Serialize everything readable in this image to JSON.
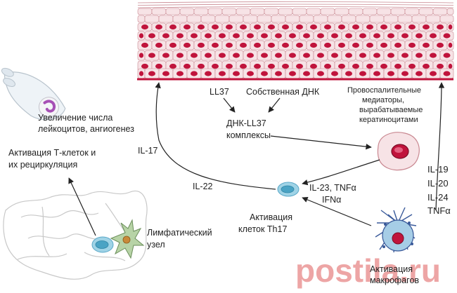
{
  "colors": {
    "cell_fill": "#f7e3e6",
    "cell_stroke": "#c98891",
    "nucleus": "#c0143c",
    "base_line": "#c0143c",
    "arrow": "#222222",
    "tcell": "#9fd3e6",
    "tcell_nucleus": "#4aa3c4",
    "lymph": "#c8c8c8",
    "watermark": "#d93a3a"
  },
  "icons": {
    "skin": "keratinocyte-layer",
    "leukocyte": "leukocyte-cell-icon",
    "keratinocyte": "keratinocyte-cell-icon",
    "th17": "th17-cell-icon",
    "macrophage": "macrophage-icon",
    "lymph_node": "lymph-node-icon",
    "dendritic": "dendritic-cell-icon",
    "tcell": "t-cell-icon"
  },
  "labels": {
    "leukocytes": [
      "Увеличение числа",
      "лейкоцитов, ангиогенез"
    ],
    "tcell_activation": [
      "Активация Т-клеток и",
      "их рециркуляция"
    ],
    "il17": "IL-17",
    "il22": "IL-22",
    "ll37": "LL37",
    "own_dna": "Собственная ДНК",
    "complex": [
      "ДНК-LL37",
      "комплексы"
    ],
    "mediators": [
      "Провоспалительные",
      "медиаторы,",
      "вырабатываемые",
      "кератиноцитами"
    ],
    "il23": [
      "IL-23, TNFα",
      "IFNα"
    ],
    "th17": [
      "Активация",
      "клеток Th17"
    ],
    "lymph_node": [
      "Лимфатический",
      "узел"
    ],
    "right_cytokines": [
      "IL-19",
      "IL-20",
      "IL-24",
      "TNFα"
    ],
    "macrophage": [
      "Активация",
      "макрофагов"
    ]
  },
  "watermark": "postila.ru"
}
